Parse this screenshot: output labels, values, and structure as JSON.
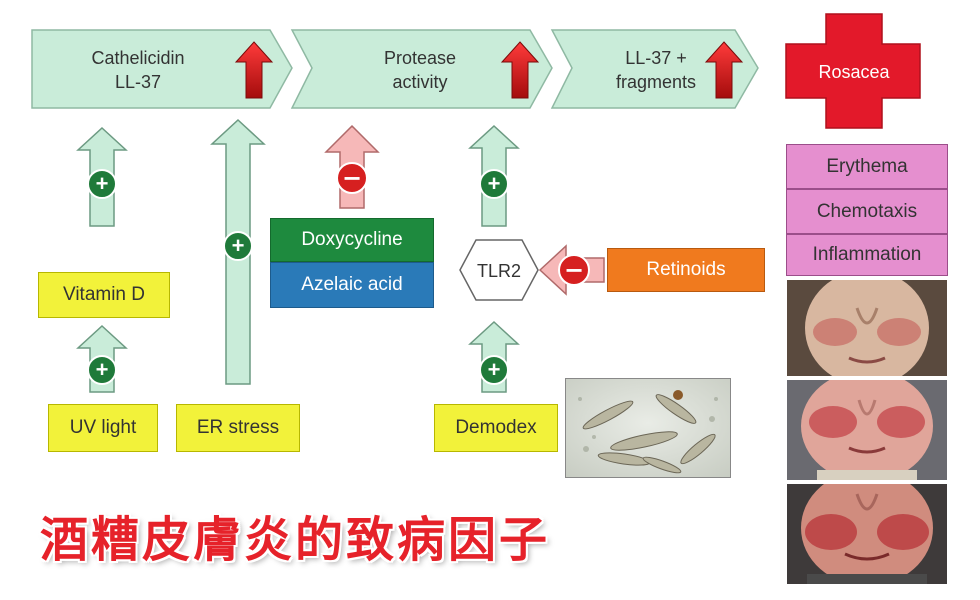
{
  "header_chevrons": [
    {
      "line1": "Cathelicidin",
      "line2": "LL-37"
    },
    {
      "line1": "Protease",
      "line2": "activity"
    },
    {
      "line1": "LL-37 +",
      "line2": "fragments"
    }
  ],
  "outcome": {
    "label": "Rosacea"
  },
  "symptoms": [
    "Erythema",
    "Chemotaxis",
    "Inflammation"
  ],
  "factors": {
    "vitamin_d": "Vitamin D",
    "uv_light": "UV light",
    "er_stress": "ER stress",
    "doxycycline": "Doxycycline",
    "azelaic_acid": "Azelaic acid",
    "tlr2": "TLR2",
    "retinoids": "Retinoids",
    "demodex": "Demodex"
  },
  "signs": {
    "plus": "+",
    "minus": "−"
  },
  "caption": "酒糟皮膚炎的致病因子",
  "colors": {
    "chevron": "#c9ecd9",
    "up_arrow_red": "#d81a1a",
    "plus_green": "#1f7a3a",
    "minus_red": "#d62020",
    "doxycycline": "#1e8a3e",
    "azelaic": "#2a7ab8",
    "retinoids": "#f07a1e",
    "rosacea_cross": "#e3192a",
    "symptom_pink": "#e58fcf",
    "factor_yellow": "#f2f23a"
  }
}
